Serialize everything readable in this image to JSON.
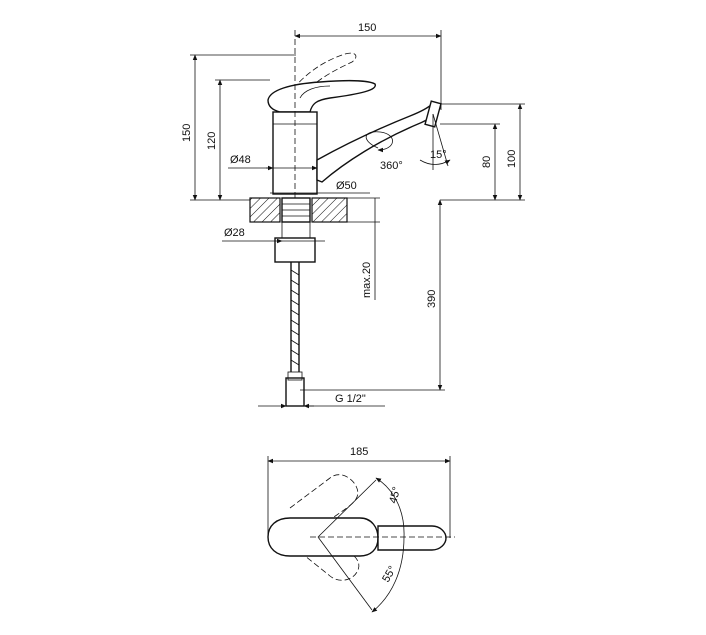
{
  "title": "",
  "labels": {
    "dim_width_top": "150",
    "dim_height_total": "150",
    "dim_height_body": "120",
    "dim_body_diameter": "Ø48",
    "dim_base_diameter": "Ø50",
    "dim_rotation": "360°",
    "dim_spout_angle": "15°",
    "dim_spout_height_80": "80",
    "dim_spout_height_100": "100",
    "dim_thread_diameter": "Ø28",
    "dim_max_thickness": "max.20",
    "dim_hose_length": "390",
    "dim_connection": "G 1/2\"",
    "dim_width_plan": "185",
    "dim_angle_45": "45°",
    "dim_angle_55": "55°"
  }
}
